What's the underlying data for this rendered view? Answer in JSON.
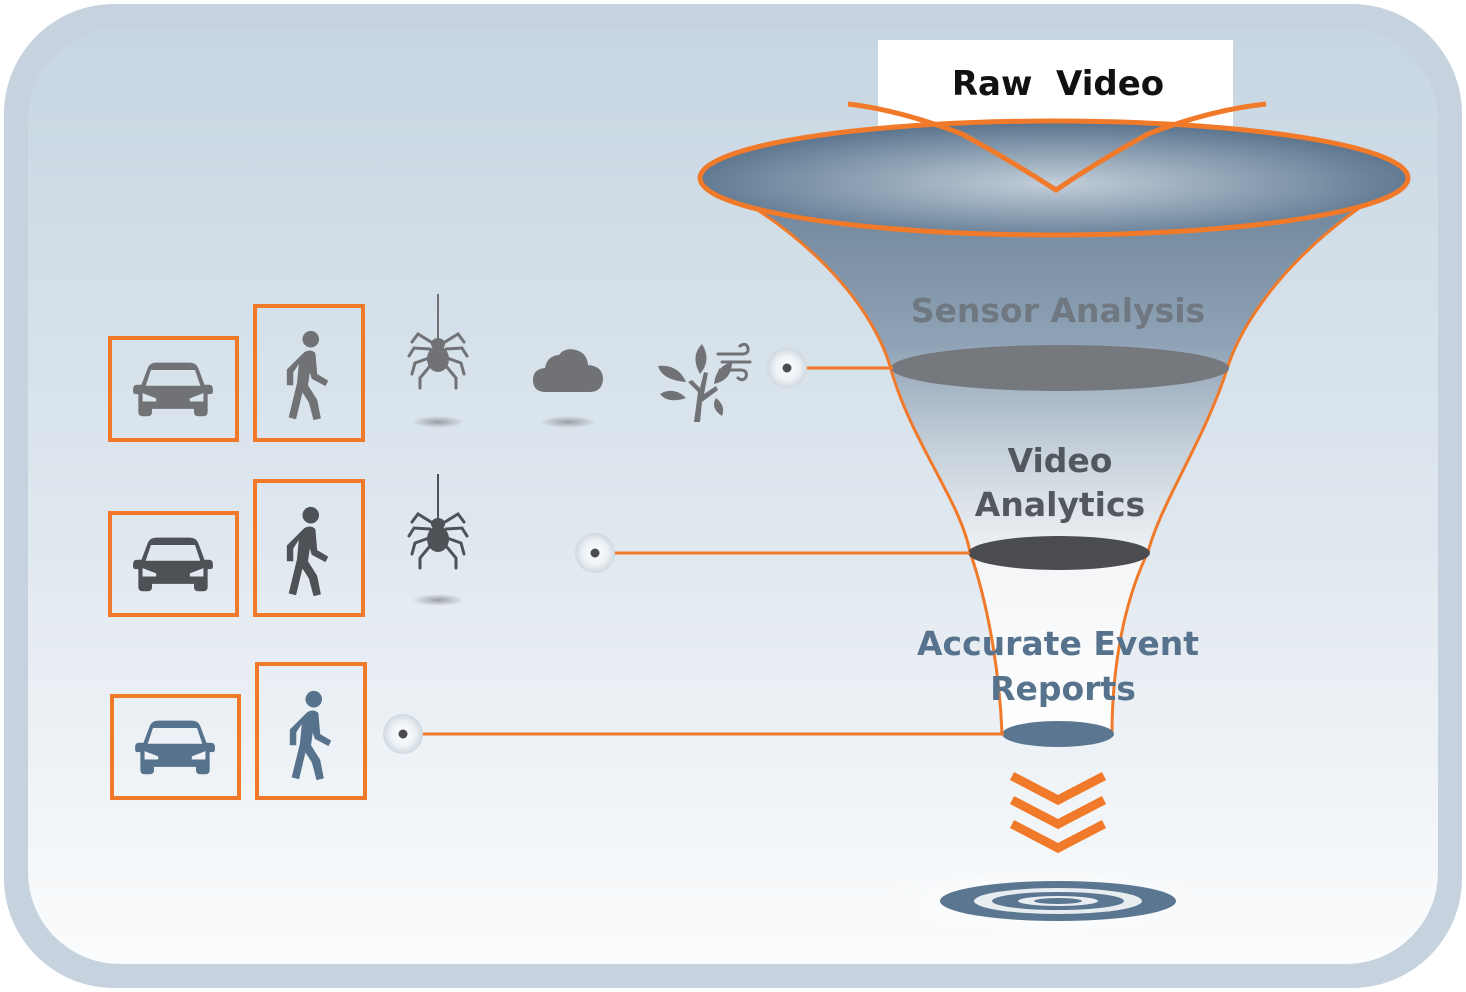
{
  "funnel": {
    "raw_label": "Raw  Video",
    "stages": [
      {
        "label_lines": [
          "Sensor Analysis"
        ],
        "color": "#707a84"
      },
      {
        "label_lines": [
          "Video",
          "Analytics"
        ],
        "color": "#555b62"
      },
      {
        "label_lines": [
          "Accurate Event",
          "Reports"
        ],
        "color": "#5a7690"
      }
    ]
  },
  "rows": [
    {
      "detections": [
        "car-icon",
        "person-walking-icon"
      ],
      "false_alarms": [
        "spider-icon",
        "cloud-icon",
        "tree-wind-icon"
      ],
      "icon_color": "#707276"
    },
    {
      "detections": [
        "car-icon",
        "person-walking-icon"
      ],
      "false_alarms": [
        "spider-icon"
      ],
      "icon_color": "#4e5156"
    },
    {
      "detections": [
        "car-icon",
        "person-walking-icon"
      ],
      "false_alarms": [],
      "icon_color": "#56728d"
    }
  ],
  "colors": {
    "accent": "#f07a2a",
    "frame": "#c6d3de",
    "panel_top": "#c9d7e3",
    "panel_bottom": "#fafbfc",
    "target": "#5a7690"
  }
}
